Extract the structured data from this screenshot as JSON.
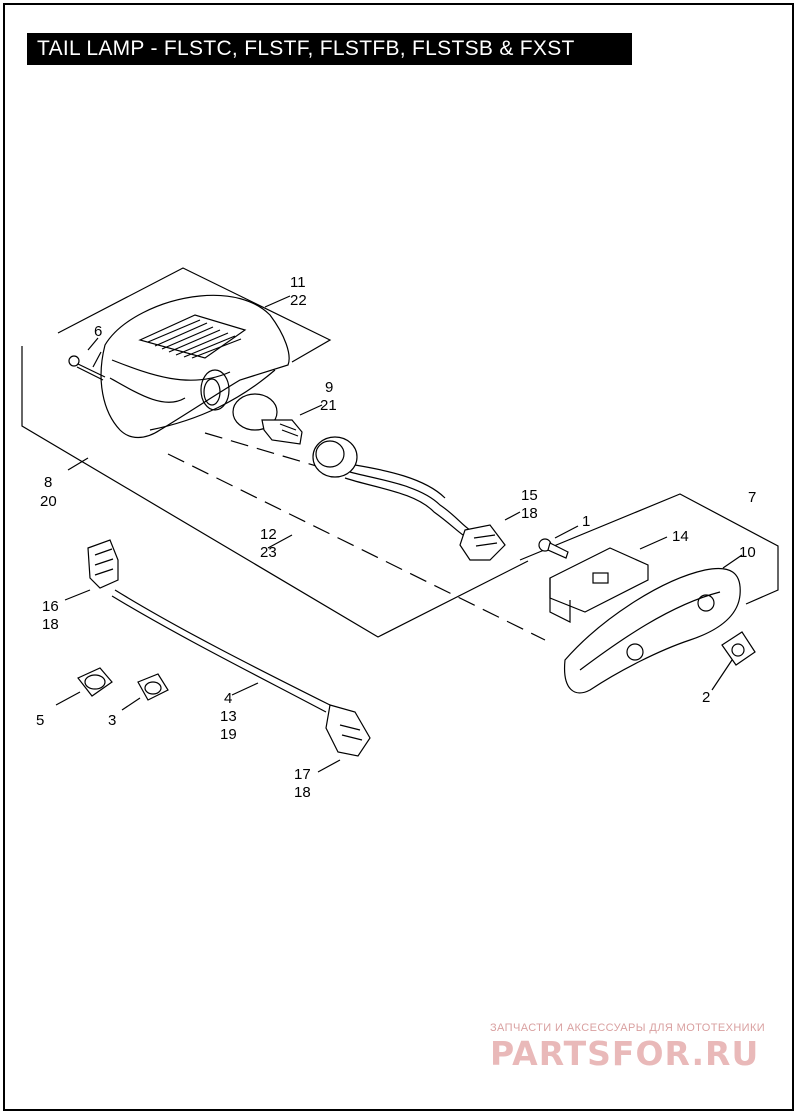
{
  "title": "TAIL LAMP - FLSTC, FLSTF, FLSTFB, FLSTSB & FXST",
  "callouts": {
    "c11": "11",
    "c22": "22",
    "c6": "6",
    "c9": "9",
    "c21": "21",
    "c8": "8",
    "c20": "20",
    "c15": "15",
    "c18a": "18",
    "c7": "7",
    "c1": "1",
    "c14": "14",
    "c10": "10",
    "c12": "12",
    "c23": "23",
    "c16": "16",
    "c18b": "18",
    "c5": "5",
    "c3": "3",
    "c4": "4",
    "c13": "13",
    "c19": "19",
    "c2": "2",
    "c17": "17",
    "c18c": "18"
  },
  "watermark": {
    "small": "ЗАПЧАСТИ И АКСЕССУАРЫ ДЛЯ МОТОТЕХНИКИ",
    "big": "PARTSFOR.RU"
  },
  "colors": {
    "line": "#000000",
    "watermark": "#e9b9b9"
  }
}
